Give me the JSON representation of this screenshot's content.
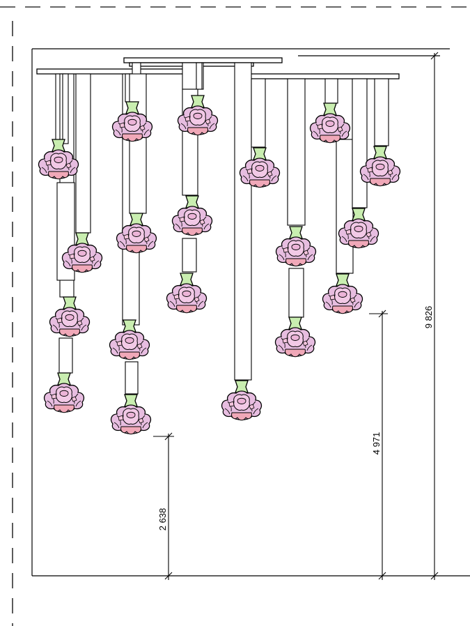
{
  "dimensions": {
    "overall_height": "9 826",
    "middle_height": "4 971",
    "lowest_clearance": "2 638"
  },
  "colors": {
    "line": "#000000",
    "flower_fill": "#e7bde0",
    "flower_inner": "#f2c9e6",
    "flower_accent": "#f0a8b8",
    "socket_fill": "#c9eeb0",
    "border_dash": "#333333"
  },
  "fixture": {
    "canopies": 4,
    "pendants": 19,
    "pendant_icon": "flower-pendant-icon"
  }
}
